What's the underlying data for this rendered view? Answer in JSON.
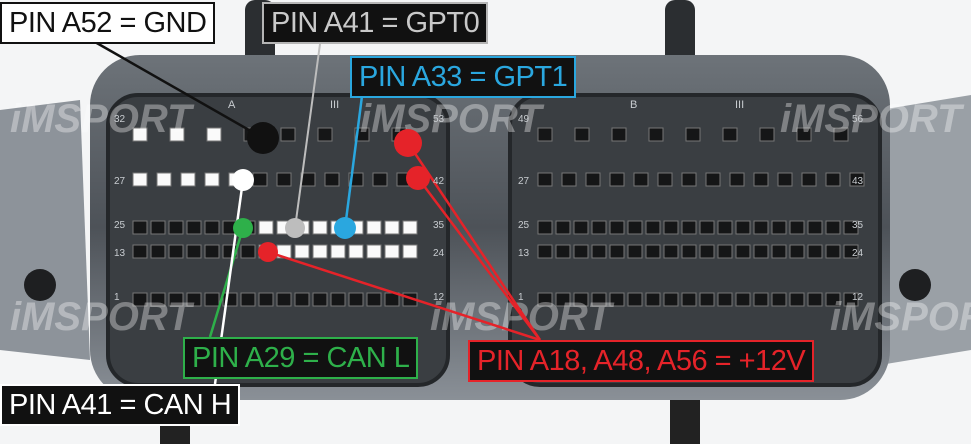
{
  "watermark": "iMSPORT",
  "connector": {
    "block_a_letter": "A",
    "block_b_letter": "B",
    "roman": "III",
    "pin_numbers_a": [
      "32",
      "53",
      "27",
      "42",
      "25",
      "35",
      "13",
      "24",
      "1",
      "12"
    ],
    "pin_numbers_b": [
      "49",
      "56",
      "27",
      "43",
      "25",
      "35",
      "13",
      "24",
      "1",
      "12"
    ]
  },
  "labels": {
    "gnd": "PIN A52 = GND",
    "gpt0": "PIN A41 = GPT0",
    "gpt1": "PIN A33 = GPT1",
    "can_l": "PIN A29 = CAN L",
    "plus12v": "PIN A18, A48, A56 = +12V",
    "can_h": "PIN A41 = CAN H"
  },
  "colors": {
    "gnd": "#111111",
    "gpt0": "#bdbdbd",
    "gpt1": "#2aa7df",
    "can_l": "#2eb04a",
    "plus12v": "#e52329",
    "can_h": "#ffffff"
  }
}
